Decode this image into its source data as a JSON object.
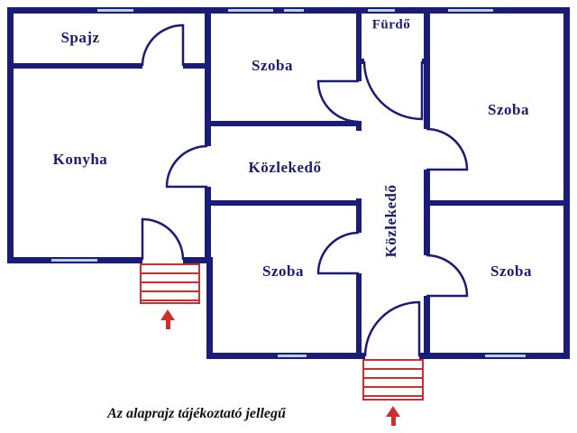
{
  "plan": {
    "rooms": {
      "spajz": {
        "label": "Spajz"
      },
      "konyha": {
        "label": "Konyha"
      },
      "szoba_top_middle": {
        "label": "Szoba"
      },
      "kozlekedo_middle": {
        "label": "Közlekedő"
      },
      "szoba_bottom_middle": {
        "label": "Szoba"
      },
      "furdo": {
        "label": "Fürdő"
      },
      "kozlekedo_corridor": {
        "label": "Közlekedő"
      },
      "szoba_top_right": {
        "label": "Szoba"
      },
      "szoba_bottom_right": {
        "label": "Szoba"
      }
    },
    "note": "Az alaprajz tájékoztató jellegű",
    "colors": {
      "wall": "#1b1b78",
      "window": "#b9cfe8",
      "stairs_red": "#cf2e2e",
      "label_text": "#1b1b78",
      "note_text": "#111111"
    },
    "icons": {
      "entrance_arrow": "up-arrow",
      "stairs": "entrance-steps"
    }
  }
}
